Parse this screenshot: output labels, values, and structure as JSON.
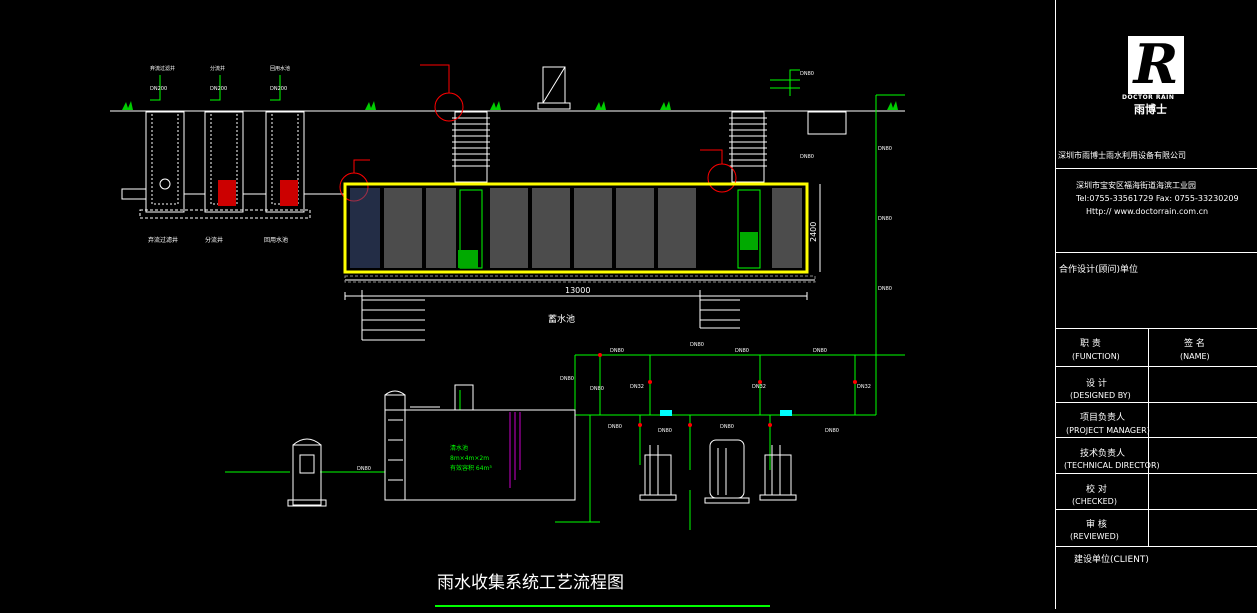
{
  "drawing": {
    "main_title": "雨水收集系统工艺流程图",
    "dimension_length": "13000",
    "dimension_height": "2400",
    "tank_label": "蓄水池",
    "well_labels": [
      "弃流过滤井",
      "分流井",
      "回用水池"
    ],
    "pipe_labels": [
      "DN80",
      "DN80",
      "DN80",
      "DN80",
      "DN80",
      "DN32",
      "DN32",
      "DN32",
      "DN80",
      "DN80",
      "DN80",
      "DN80",
      "DN80",
      "DN80"
    ],
    "clear_tank_text": [
      "清水池",
      "8m×4m×2m",
      "有效容积 64m³"
    ]
  },
  "titleblock": {
    "company": "深圳市雨博士雨水利用设备有限公司",
    "brand_en": "DOCTOR RAIN",
    "brand_cn": "雨博士",
    "address": "深圳市宝安区福海街道海滨工业园",
    "phone": "Tel:0755-33561729  Fax: 0755-33230209",
    "website": "Http:// www.doctorrain.com.cn",
    "cooperation": "合作设计(顾问)单位",
    "col_function_cn": "职  责",
    "col_function_en": "(FUNCTION)",
    "col_name_cn": "签  名",
    "col_name_en": "(NAME)",
    "rows": [
      {
        "cn": "设  计",
        "en": "(DESIGNED BY)"
      },
      {
        "cn": "项目负责人",
        "en": "(PROJECT MANAGER)"
      },
      {
        "cn": "技术负责人",
        "en": "(TECHNICAL DIRECTOR)"
      },
      {
        "cn": "校  对",
        "en": "(CHECKED)"
      },
      {
        "cn": "审  核",
        "en": "(REVIEWED)"
      }
    ],
    "client": "建设单位(CLIENT)"
  },
  "colors": {
    "background": "#000000",
    "line": "#ffffff",
    "pipe_green": "#00ff00",
    "annotation_red": "#ff0000",
    "tank_yellow": "#ffff00",
    "accent_magenta": "#ff00ff",
    "pipe_cyan": "#00ffff"
  }
}
